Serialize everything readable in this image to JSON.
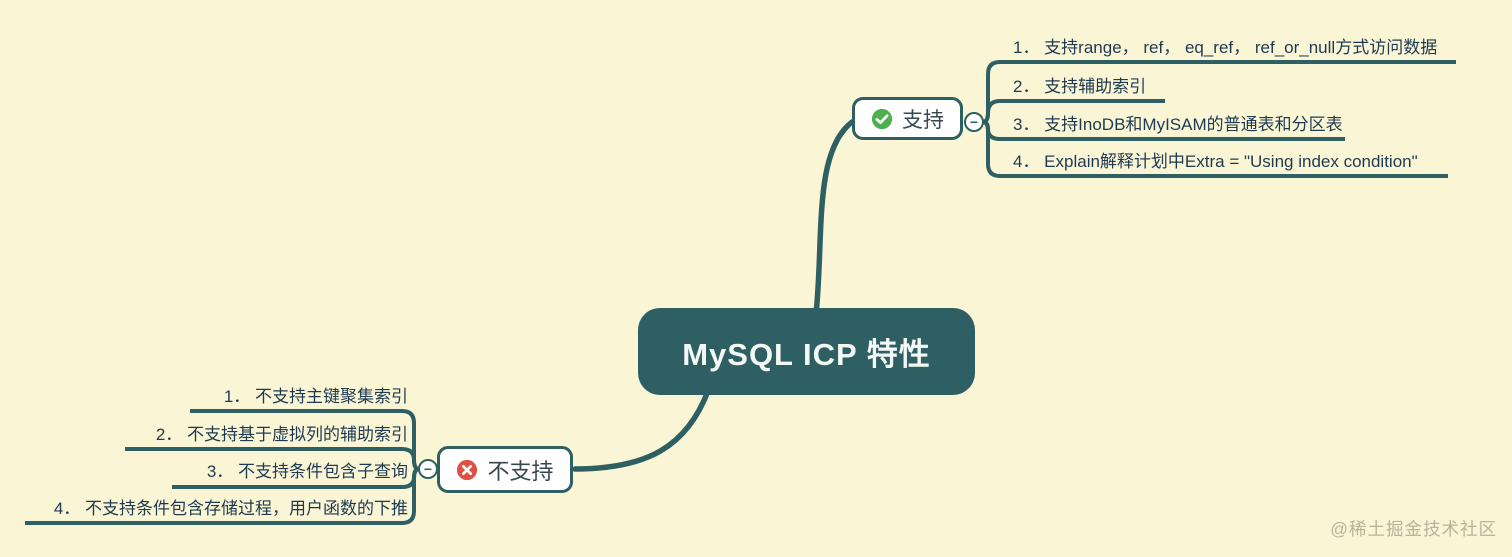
{
  "canvas": {
    "background_color": "#faf5d5",
    "branch_color": "#2e5f63",
    "item_text_color": "#1e3a52"
  },
  "root": {
    "label": "MySQL ICP 特性"
  },
  "branches": [
    {
      "label": "支持",
      "icon": "check-circle-icon",
      "icon_color": "#4cb050",
      "collapse_glyph": "−",
      "children": [
        "1． 支持range， ref， eq_ref， ref_or_null方式访问数据",
        "2． 支持辅助索引",
        "3． 支持InoDB和MyISAM的普通表和分区表",
        "4． Explain解释计划中Extra = \"Using index condition\""
      ]
    },
    {
      "label": "不支持",
      "icon": "x-circle-icon",
      "icon_color": "#df5147",
      "collapse_glyph": "−",
      "children": [
        "1． 不支持主键聚集索引",
        "2． 不支持基于虚拟列的辅助索引",
        "3． 不支持条件包含子查询",
        "4． 不支持条件包含存储过程，用户函数的下推"
      ]
    }
  ],
  "watermark": "@稀土掘金技术社区"
}
